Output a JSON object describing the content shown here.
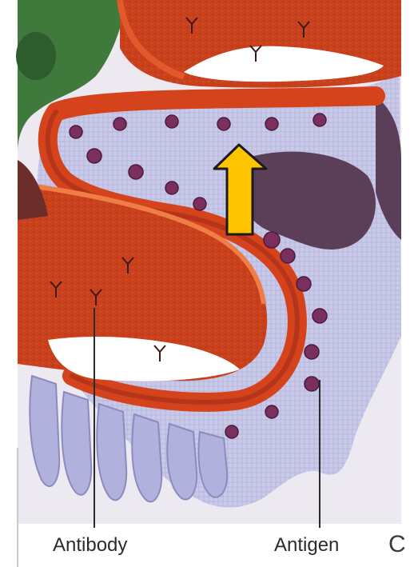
{
  "labels": {
    "antibody": "Antibody",
    "antigen": "Antigen",
    "panel": "C"
  },
  "colors": {
    "membrane": "#d4431c",
    "membrane_dark": "#b5341a",
    "membrane_inner": "#a83a1c",
    "cytoplasm": "#c9c9ea",
    "cytoplasm_shadow": "#9c9ccc",
    "nucleus": "#5b3f59",
    "green_region": "#3f7a3c",
    "lumen_white": "#ffffff",
    "antigen_cluster": "#7a2f5c",
    "arrow_fill": "#ffc400",
    "arrow_stroke": "#1a1a1a"
  },
  "arrow": {
    "direction": "up"
  }
}
